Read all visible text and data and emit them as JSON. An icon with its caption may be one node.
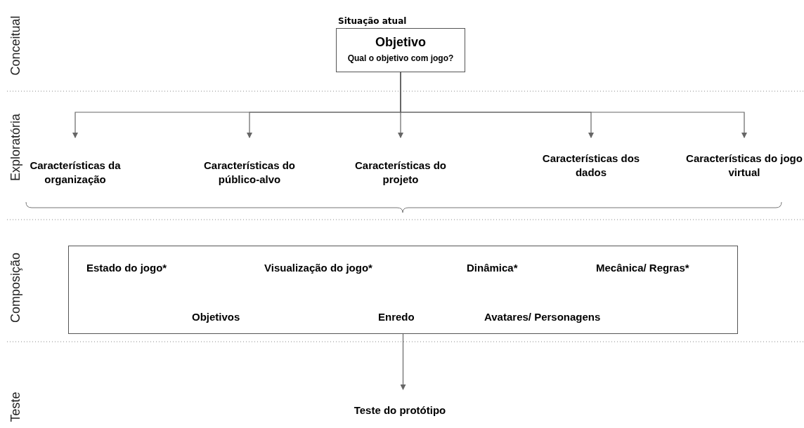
{
  "diagram": {
    "nodes": [
      {
        "text": [
          "Situação atual",
          "Objetivo",
          "Qual o objetivo com jogo?"
        ]
      },
      {
        "text": [
          "Características da organização"
        ]
      },
      {
        "text": [
          "Características do público-alvo"
        ]
      },
      {
        "text": [
          "Características do projeto"
        ]
      },
      {
        "text": [
          "Características dos dados"
        ]
      },
      {
        "text": [
          "Características do jogo virtual"
        ]
      },
      {
        "text": [
          "Estado do jogo*",
          "Visualização do jogo*",
          "Dinâmica*",
          "Mecânica/ Regras*",
          "Objetivos",
          "Enredo",
          "Avatares/ Personagens"
        ]
      },
      {
        "text": [
          "Teste do protótipo"
        ]
      }
    ],
    "edges": [
      {
        "from": 0,
        "to": 1,
        "arrow": "to"
      },
      {
        "from": 0,
        "to": 2,
        "arrow": "to"
      },
      {
        "from": 0,
        "to": 3,
        "arrow": "to"
      },
      {
        "from": 0,
        "to": 4,
        "arrow": "to"
      },
      {
        "from": 0,
        "to": 5,
        "arrow": "to"
      },
      {
        "from": 6,
        "to": 7,
        "arrow": "to"
      }
    ],
    "labels": [
      "Conceitual",
      "Exploratória",
      "Composição",
      "Teste"
    ]
  }
}
